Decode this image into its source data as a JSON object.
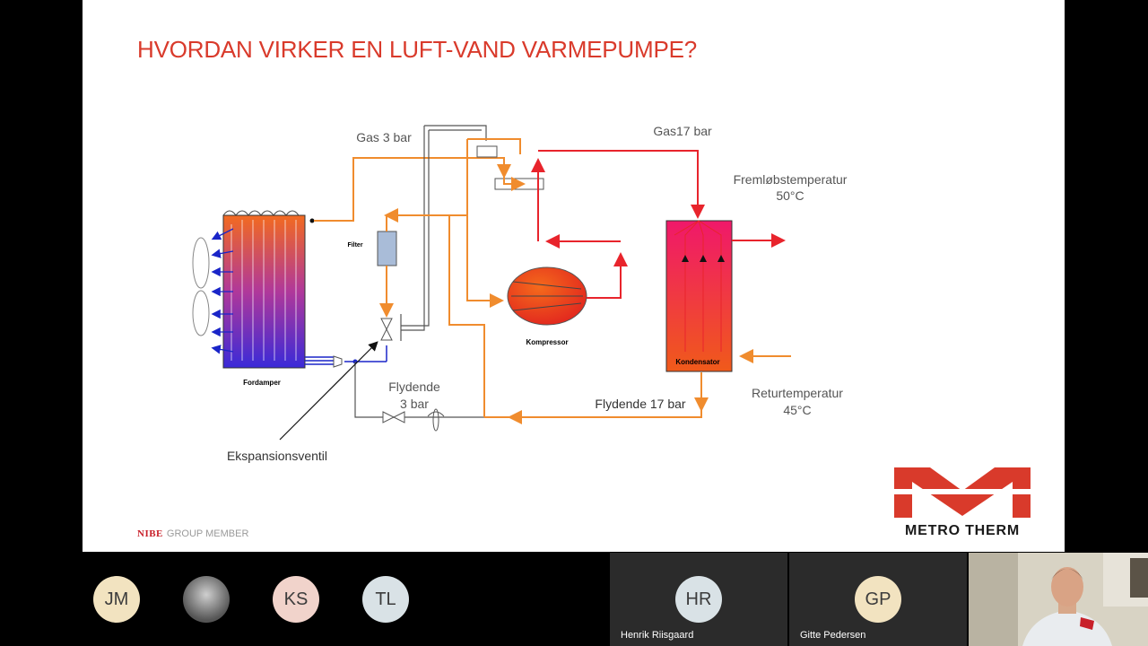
{
  "slide": {
    "title": "HVORDAN VIRKER EN LUFT-VAND VARMEPUMPE?",
    "labels": {
      "gas3": "Gas 3 bar",
      "gas17": "Gas17 bar",
      "filter": "Filter",
      "flydende3_l1": "Flydende",
      "flydende3_l2": "3 bar",
      "flydende17": "Flydende 17 bar",
      "kompressor": "Kompressor",
      "kondensator": "Kondensator",
      "fordamper": "Fordamper",
      "ekspansionsventil": "Ekspansionsventil",
      "fremlob_l1": "Fremløbstemperatur",
      "fremlob_l2": "50°C",
      "retur_l1": "Returtemperatur",
      "retur_l2": "45°C"
    },
    "footer_brand": "NIBE",
    "footer_text": "GROUP MEMBER",
    "logo_text": "METRO THERM",
    "colors": {
      "title": "#d93a2b",
      "pipe_hot": "#e8242c",
      "pipe_orange": "#f08c2e",
      "pipe_cold": "#1a25c8",
      "logo": "#d93a2b"
    }
  },
  "participants": [
    {
      "initials": "JM",
      "name": "",
      "color": "#f2e3c0"
    },
    {
      "initials": "",
      "name": "",
      "color": "#777777",
      "photo": true
    },
    {
      "initials": "KS",
      "name": "",
      "color": "#f1d3cb"
    },
    {
      "initials": "TL",
      "name": "",
      "color": "#d9e2e6"
    },
    {
      "initials": "HR",
      "name": "Henrik Riisgaard",
      "color": "#d9e2e6"
    },
    {
      "initials": "GP",
      "name": "Gitte Pedersen",
      "color": "#f2e3c0"
    }
  ]
}
